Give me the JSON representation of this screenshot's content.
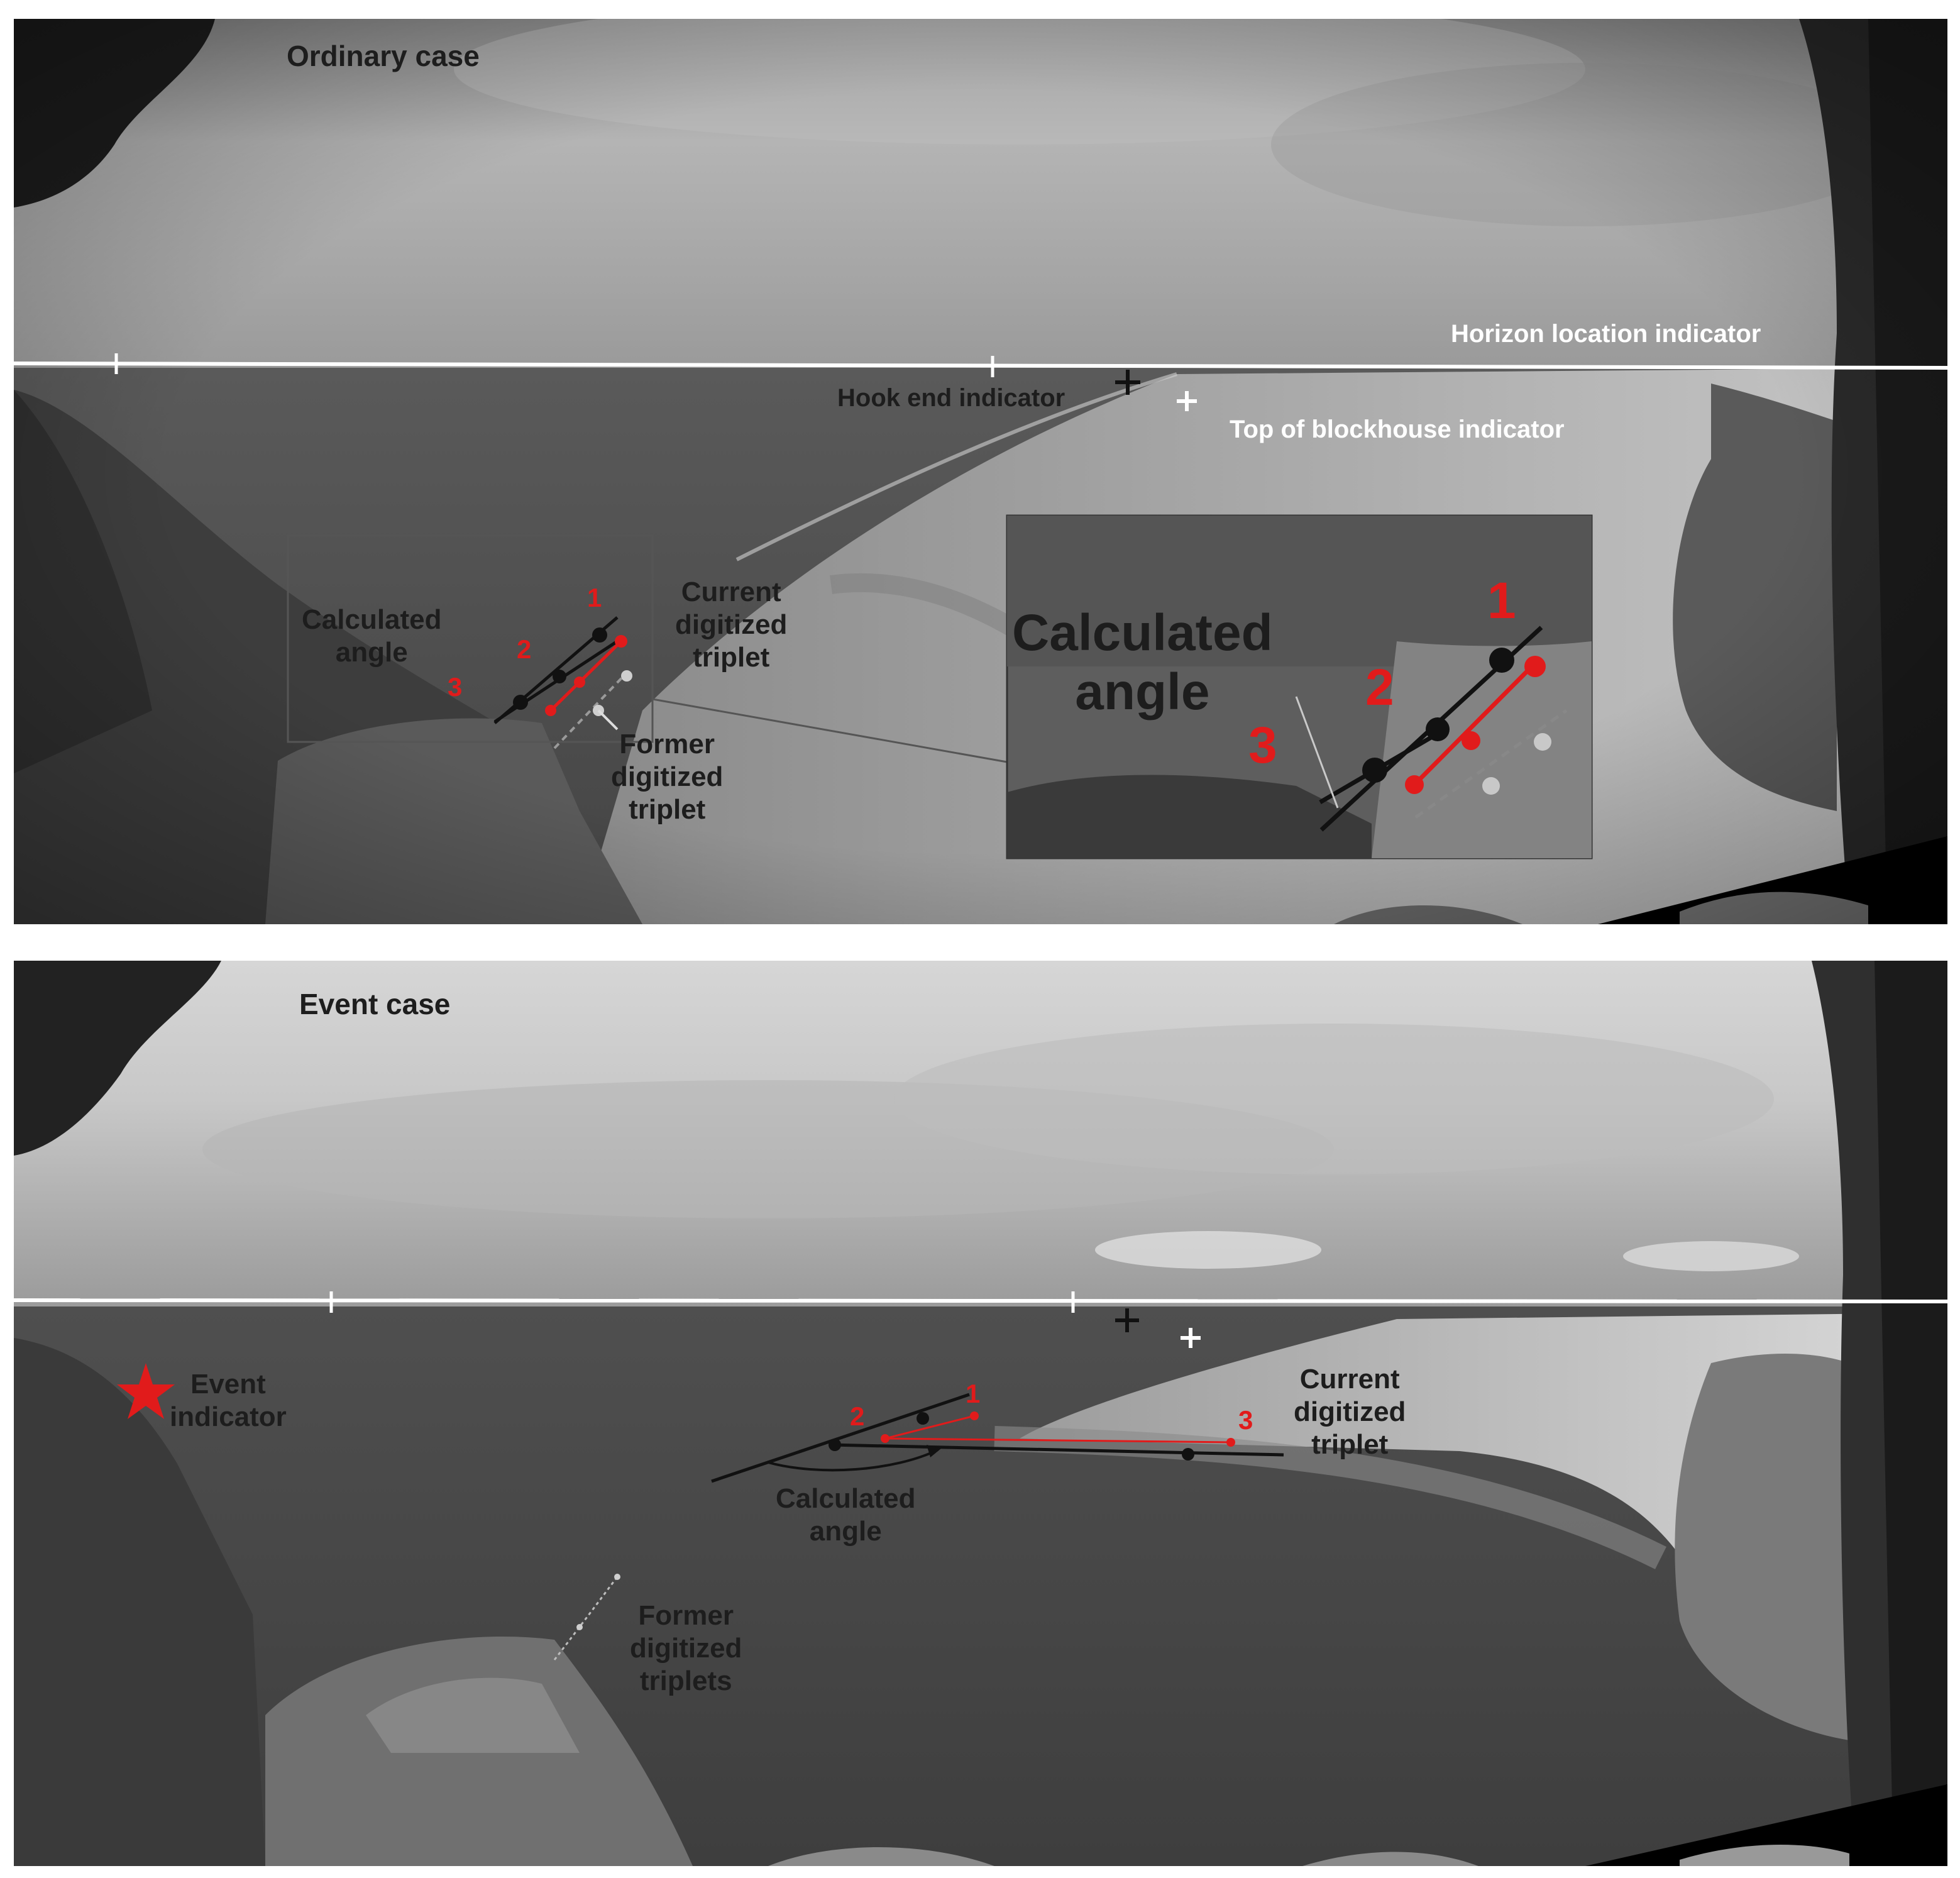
{
  "ordinary": {
    "title": "Ordinary case",
    "horizon_label": "Horizon location indicator",
    "hook_label": "Hook end indicator",
    "blockhouse_label": "Top of blockhouse indicator",
    "calc_angle": "Calculated\nangle",
    "current_triplet": "Current\ndigitized\ntriplet",
    "former_triplet": "Former\ndigitized\ntriplet",
    "num1": "1",
    "num2": "2",
    "num3": "3",
    "inset": {
      "calc_angle": "Calculated\nangle",
      "num1": "1",
      "num2": "2",
      "num3": "3"
    }
  },
  "event": {
    "title": "Event case",
    "event_indicator": "Event\nindicator",
    "current_triplet": "Current\ndigitized\ntriplet",
    "calc_angle": "Calculated\nangle",
    "former_triplets": "Former\ndigitized\ntriplets",
    "num1": "1",
    "num2": "2",
    "num3": "3"
  },
  "colors": {
    "red": "#e11b1b",
    "black": "#111111",
    "white": "#ffffff",
    "grey": "#b8b8b8"
  }
}
